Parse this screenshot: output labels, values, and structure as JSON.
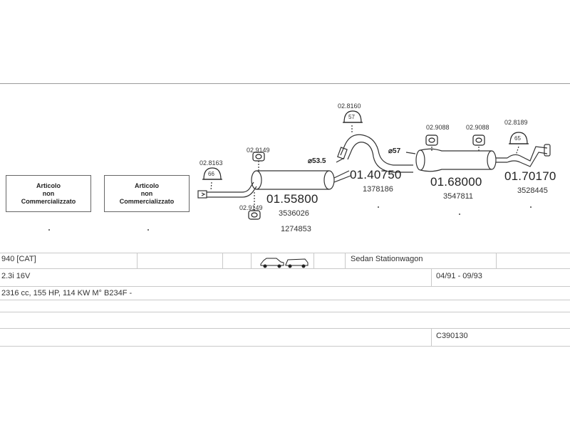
{
  "boxes": [
    {
      "line1": "Articolo",
      "line2": "non",
      "line3": "Commercializzato"
    },
    {
      "line1": "Articolo",
      "line2": "non",
      "line3": "Commercializzato"
    }
  ],
  "parts": {
    "clamp_a": {
      "code": "02.8163",
      "badge": "66"
    },
    "clamp_b": {
      "code": "02.9149"
    },
    "clamp_c": {
      "code": "02.9149"
    },
    "clamp_d": {
      "code": "02.8160",
      "badge": "57"
    },
    "clamp_e": {
      "code": "02.9088"
    },
    "clamp_f": {
      "code": "02.9088"
    },
    "clamp_g": {
      "code": "02.8189",
      "badge": "65"
    },
    "diam_1": "⌀53.5",
    "diam_2": "⌀57",
    "part1": {
      "number": "01.55800",
      "ref1": "3536026",
      "ref2": "1274853"
    },
    "part2": {
      "number": "01.40750",
      "ref1": "1378186"
    },
    "part3": {
      "number": "01.68000",
      "ref1": "3547811"
    },
    "part4": {
      "number": "01.70170",
      "ref1": "3528445"
    }
  },
  "table": {
    "model": "940  [CAT]",
    "body_type": "Sedan Stationwagon",
    "engine": "2.3i 16V",
    "period": "04/91 - 09/93",
    "spec": "2316 cc, 155 HP, 114 KW M° B234F -",
    "code": "C390130"
  }
}
